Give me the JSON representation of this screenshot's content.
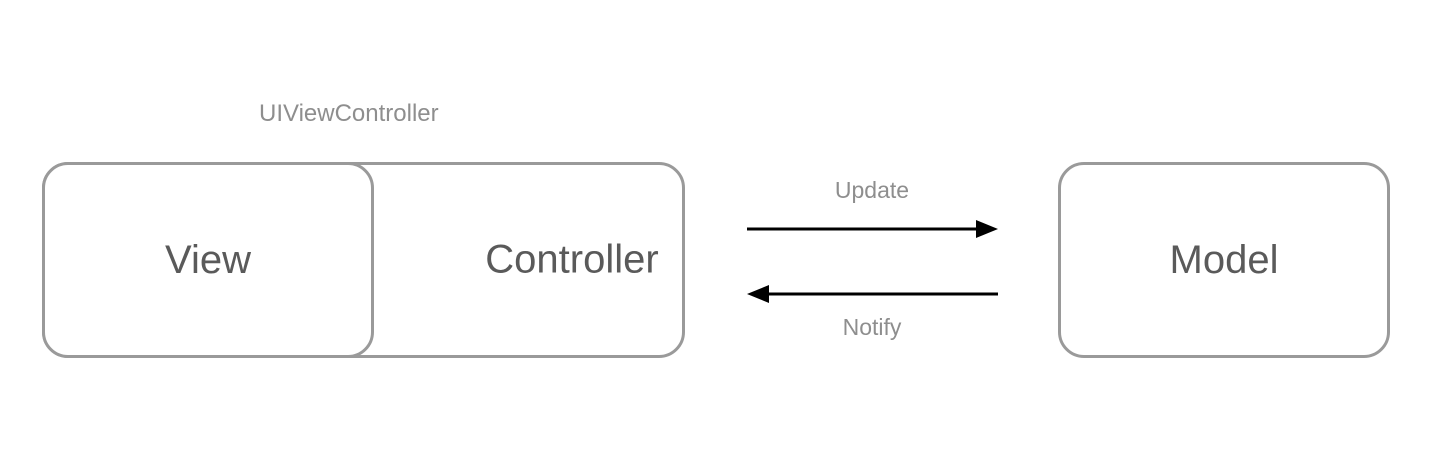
{
  "diagram": {
    "group_label": "UIViewController",
    "nodes": {
      "view": "View",
      "controller": "Controller",
      "model": "Model"
    },
    "edges": {
      "update": {
        "label": "Update",
        "from": "Controller",
        "to": "Model"
      },
      "notify": {
        "label": "Notify",
        "from": "Model",
        "to": "Controller"
      }
    }
  },
  "colors": {
    "box_border": "#9a9a9a",
    "node_text": "#5a5a5a",
    "label_text": "#8e8e8e",
    "arrow": "#000000"
  }
}
